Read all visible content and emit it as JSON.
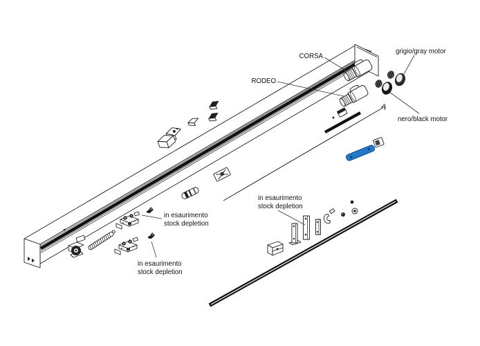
{
  "diagram": {
    "colors": {
      "line": "#1a1a1a",
      "highlight_blue": "#2478c8",
      "background": "#ffffff"
    },
    "labels": {
      "corsa": "CORSA",
      "rodeo": "RODEO",
      "gray_motor": "grigio/gray motor",
      "black_motor": "nero/black motor",
      "depletion_line1": "in esaurimento",
      "depletion_line2": "stock depletion"
    }
  }
}
